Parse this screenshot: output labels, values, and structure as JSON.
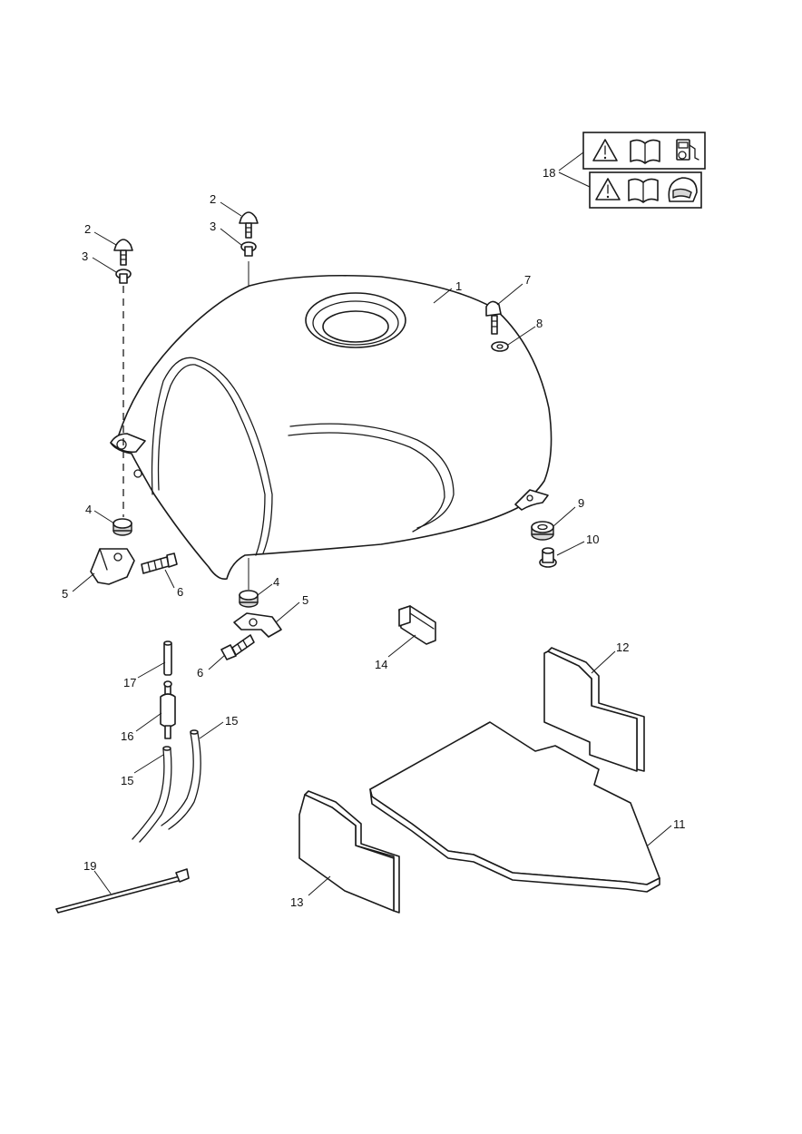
{
  "diagram": {
    "callouts": [
      {
        "id": "1",
        "label": "1"
      },
      {
        "id": "2a",
        "label": "2"
      },
      {
        "id": "3a",
        "label": "3"
      },
      {
        "id": "2b",
        "label": "2"
      },
      {
        "id": "3b",
        "label": "3"
      },
      {
        "id": "4a",
        "label": "4"
      },
      {
        "id": "5a",
        "label": "5"
      },
      {
        "id": "6a",
        "label": "6"
      },
      {
        "id": "4b",
        "label": "4"
      },
      {
        "id": "5b",
        "label": "5"
      },
      {
        "id": "6b",
        "label": "6"
      },
      {
        "id": "7",
        "label": "7"
      },
      {
        "id": "8",
        "label": "8"
      },
      {
        "id": "9",
        "label": "9"
      },
      {
        "id": "10",
        "label": "10"
      },
      {
        "id": "11",
        "label": "11"
      },
      {
        "id": "12",
        "label": "12"
      },
      {
        "id": "13",
        "label": "13"
      },
      {
        "id": "14",
        "label": "14"
      },
      {
        "id": "15a",
        "label": "15"
      },
      {
        "id": "15b",
        "label": "15"
      },
      {
        "id": "16",
        "label": "16"
      },
      {
        "id": "17",
        "label": "17"
      },
      {
        "id": "18",
        "label": "18"
      },
      {
        "id": "19",
        "label": "19"
      }
    ],
    "warning_labels": [
      {
        "icons": [
          "warning-triangle-icon",
          "manual-book-icon",
          "fuel-pump-icon"
        ]
      },
      {
        "icons": [
          "warning-triangle-icon",
          "manual-book-icon",
          "helmet-icon"
        ]
      }
    ]
  }
}
